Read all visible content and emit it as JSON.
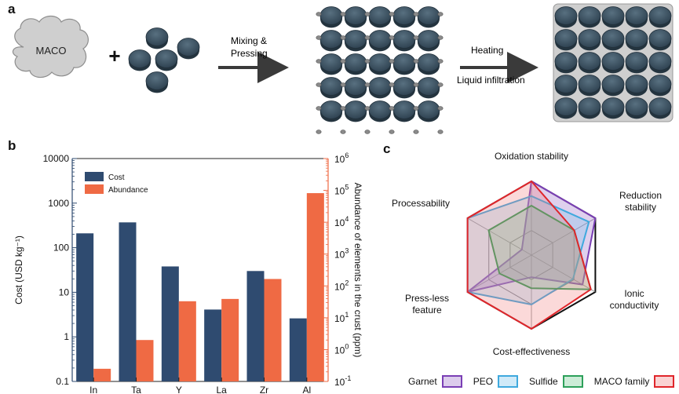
{
  "panels": {
    "a": "a",
    "b": "b",
    "c": "c"
  },
  "panel_a": {
    "cloud_label": "MACO",
    "plus": "+",
    "step1_line1": "Mixing &",
    "step1_line2": "Pressing",
    "step2_line1": "Heating",
    "step2_line2": "Liquid infiltration"
  },
  "colors": {
    "cost": "#2f4b70",
    "abundance": "#ef6a44",
    "pellet": "#3f5566",
    "cloud": "#cfcfcf",
    "garnet": "#7a3fb5",
    "peo": "#3fa9de",
    "sulfide": "#2da05a",
    "maco": "#e0262b"
  },
  "chart_data": [
    {
      "type": "bar",
      "categories": [
        "In",
        "Ta",
        "Y",
        "La",
        "Zr",
        "Al"
      ],
      "series": [
        {
          "name": "Cost",
          "axis": "left",
          "values": [
            210,
            370,
            38,
            4.1,
            30,
            2.6
          ]
        },
        {
          "name": "Abundance",
          "axis": "right",
          "values": [
            0.25,
            2.0,
            33,
            39,
            165,
            82000
          ]
        }
      ],
      "ylabel": "Cost (USD kg⁻¹)",
      "y2label": "Abundance of elements in the crust (ppm)",
      "y_scale": "log",
      "ylim": [
        0.1,
        10000
      ],
      "y_ticks": [
        "0.1",
        "1",
        "10",
        "100",
        "1000",
        "10000"
      ],
      "y2_scale": "log",
      "y2lim": [
        0.1,
        1000000
      ],
      "y2_ticks": [
        {
          "base": "10",
          "exp": "-1"
        },
        {
          "base": "10",
          "exp": "0"
        },
        {
          "base": "10",
          "exp": "1"
        },
        {
          "base": "10",
          "exp": "2"
        },
        {
          "base": "10",
          "exp": "3"
        },
        {
          "base": "10",
          "exp": "4"
        },
        {
          "base": "10",
          "exp": "5"
        },
        {
          "base": "10",
          "exp": "6"
        }
      ],
      "legend_position": "top-left"
    },
    {
      "type": "radar",
      "axes": [
        "Oxidation stability",
        "Reduction stability",
        "Ionic conductivity",
        "Cost-effectiveness",
        "Press-less feature",
        "Processability"
      ],
      "axis_labels": [
        [
          "Oxidation stability"
        ],
        [
          "Reduction",
          "stability"
        ],
        [
          "Ionic",
          "conductivity"
        ],
        [
          "Cost-effectiveness"
        ],
        [
          "Press-less",
          "feature"
        ],
        [
          "Processability"
        ]
      ],
      "scale_max": 1.0,
      "rings": 3,
      "series": [
        {
          "name": "Garnet",
          "values": [
            1.0,
            1.0,
            0.8,
            0.3,
            1.0,
            0.15
          ]
        },
        {
          "name": "PEO",
          "values": [
            0.8,
            0.9,
            0.65,
            0.67,
            1.0,
            1.0
          ]
        },
        {
          "name": "Sulfide",
          "values": [
            0.67,
            0.67,
            0.93,
            0.45,
            0.5,
            0.67
          ]
        },
        {
          "name": "MACO family",
          "values": [
            1.0,
            0.67,
            0.93,
            1.0,
            1.0,
            1.0
          ]
        }
      ],
      "legend_position": "bottom"
    }
  ]
}
